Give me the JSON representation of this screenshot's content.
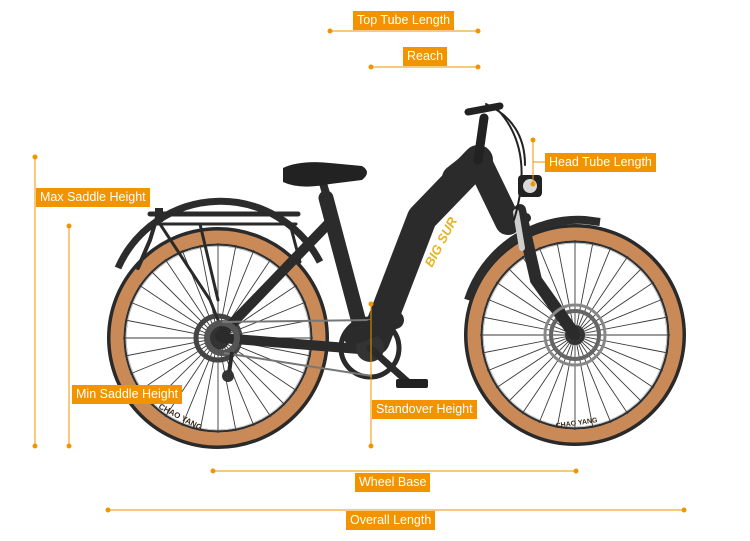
{
  "dimensions": {
    "top_tube_length": "Top Tube Length",
    "reach": "Reach",
    "head_tube_length": "Head Tube Length",
    "max_saddle_height": "Max Saddle Height",
    "min_saddle_height": "Min Saddle Height",
    "standover_height": "Standover Height",
    "wheel_base": "Wheel Base",
    "overall_length": "Overall Length"
  },
  "bike": {
    "frame_text": "BIG SUR",
    "tire_text": "CHAO YANG"
  },
  "colors": {
    "accent": "#f29400",
    "frame": "#2b2b2b",
    "tire_sidewall": "#c98a58",
    "tire_tread": "#2a2a2a"
  }
}
